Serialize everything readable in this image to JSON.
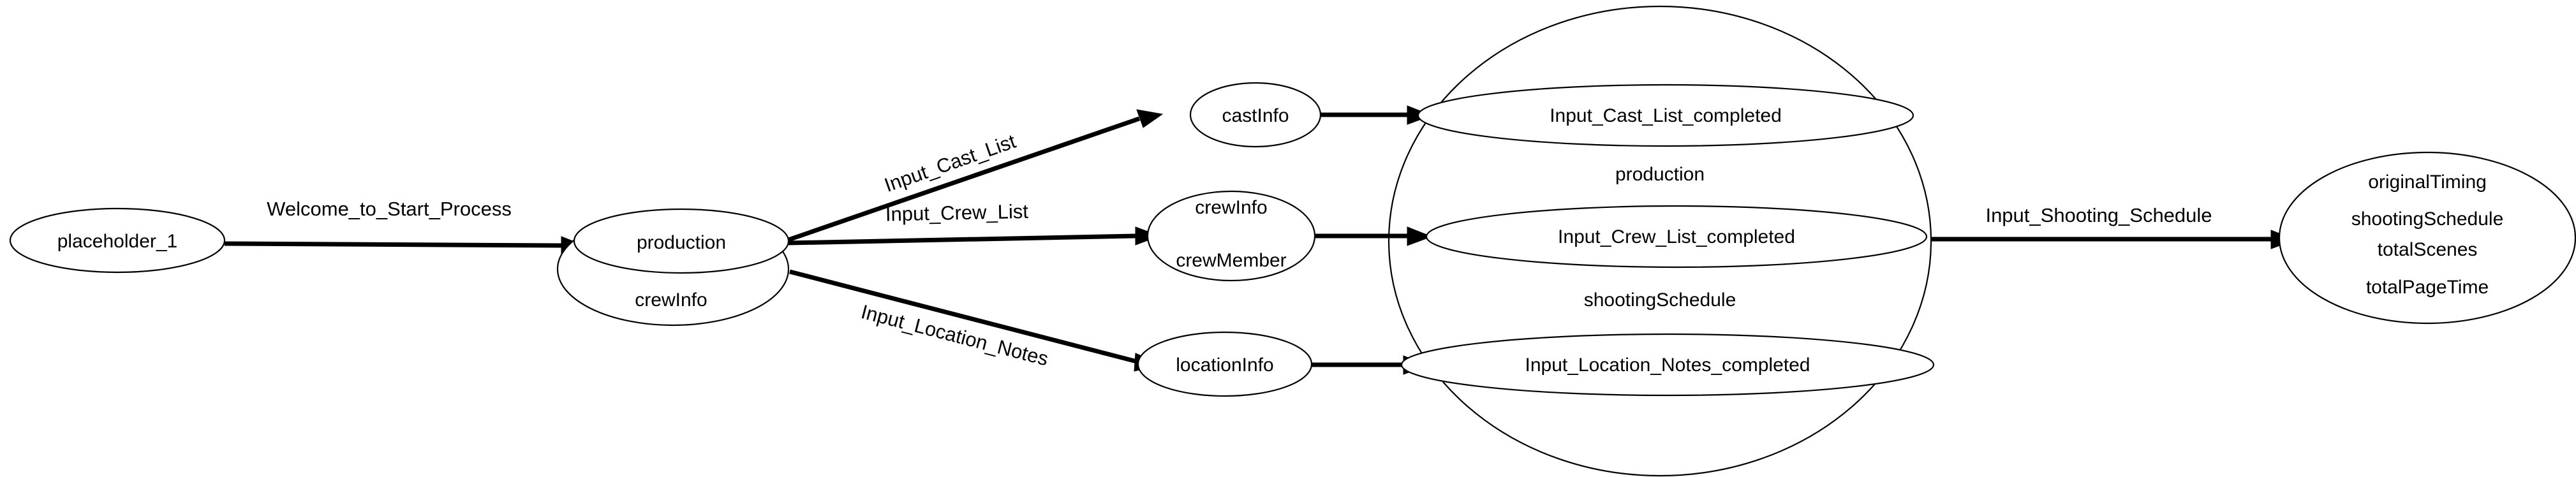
{
  "diagram": {
    "type": "state-machine-graph",
    "background_color": "#ffffff",
    "stroke_color": "#000000",
    "nodes": [
      {
        "id": "placeholder_1",
        "shape": "ellipse",
        "lines": [
          "placeholder_1"
        ]
      },
      {
        "id": "production_crewInfo",
        "shape": "double-ellipse",
        "lines": [
          "production",
          "crewInfo"
        ]
      },
      {
        "id": "castInfo",
        "shape": "ellipse",
        "lines": [
          "castInfo"
        ]
      },
      {
        "id": "crewInfo_crewMember",
        "shape": "ellipse",
        "lines": [
          "crewInfo",
          "crewMember"
        ]
      },
      {
        "id": "locationInfo",
        "shape": "ellipse",
        "lines": [
          "locationInfo"
        ]
      },
      {
        "id": "Input_Cast_List_completed",
        "shape": "ellipse",
        "lines": [
          "Input_Cast_List_completed"
        ]
      },
      {
        "id": "Input_Crew_List_completed",
        "shape": "ellipse",
        "lines": [
          "Input_Crew_List_completed"
        ]
      },
      {
        "id": "Input_Location_Notes_completed",
        "shape": "ellipse",
        "lines": [
          "Input_Location_Notes_completed"
        ]
      },
      {
        "id": "final_state",
        "shape": "ellipse",
        "lines": [
          "originalTiming",
          "shootingSchedule",
          "totalScenes",
          "totalPageTime"
        ]
      }
    ],
    "cluster": {
      "shape": "circle",
      "labels": [
        "production",
        "shootingSchedule"
      ]
    },
    "edges": [
      {
        "from": "placeholder_1",
        "to": "production_crewInfo",
        "label": "Welcome_to_Start_Process"
      },
      {
        "from": "production_crewInfo",
        "to": "castInfo",
        "label": "Input_Cast_List"
      },
      {
        "from": "production_crewInfo",
        "to": "crewInfo_crewMember",
        "label": "Input_Crew_List"
      },
      {
        "from": "production_crewInfo",
        "to": "locationInfo",
        "label": "Input_Location_Notes"
      },
      {
        "from": "castInfo",
        "to": "Input_Cast_List_completed",
        "label": ""
      },
      {
        "from": "crewInfo_crewMember",
        "to": "Input_Crew_List_completed",
        "label": ""
      },
      {
        "from": "locationInfo",
        "to": "Input_Location_Notes_completed",
        "label": ""
      },
      {
        "from": "cluster",
        "to": "final_state",
        "label": "Input_Shooting_Schedule"
      }
    ],
    "labels": {
      "placeholder_1": "placeholder_1",
      "welcome_to_start_process": "Welcome_to_Start_Process",
      "production": "production",
      "crewInfo": "crewInfo",
      "input_cast_list": "Input_Cast_List",
      "input_crew_list": "Input_Crew_List",
      "input_location_notes": "Input_Location_Notes",
      "castInfo": "castInfo",
      "crewInfo_2": "crewInfo",
      "crewMember": "crewMember",
      "locationInfo": "locationInfo",
      "input_cast_list_completed": "Input_Cast_List_completed",
      "input_crew_list_completed": "Input_Crew_List_completed",
      "input_location_notes_completed": "Input_Location_Notes_completed",
      "cluster_production": "production",
      "cluster_shootingSchedule": "shootingSchedule",
      "input_shooting_schedule": "Input_Shooting_Schedule",
      "originalTiming": "originalTiming",
      "final_shootingSchedule": "shootingSchedule",
      "totalScenes": "totalScenes",
      "totalPageTime": "totalPageTime"
    }
  }
}
